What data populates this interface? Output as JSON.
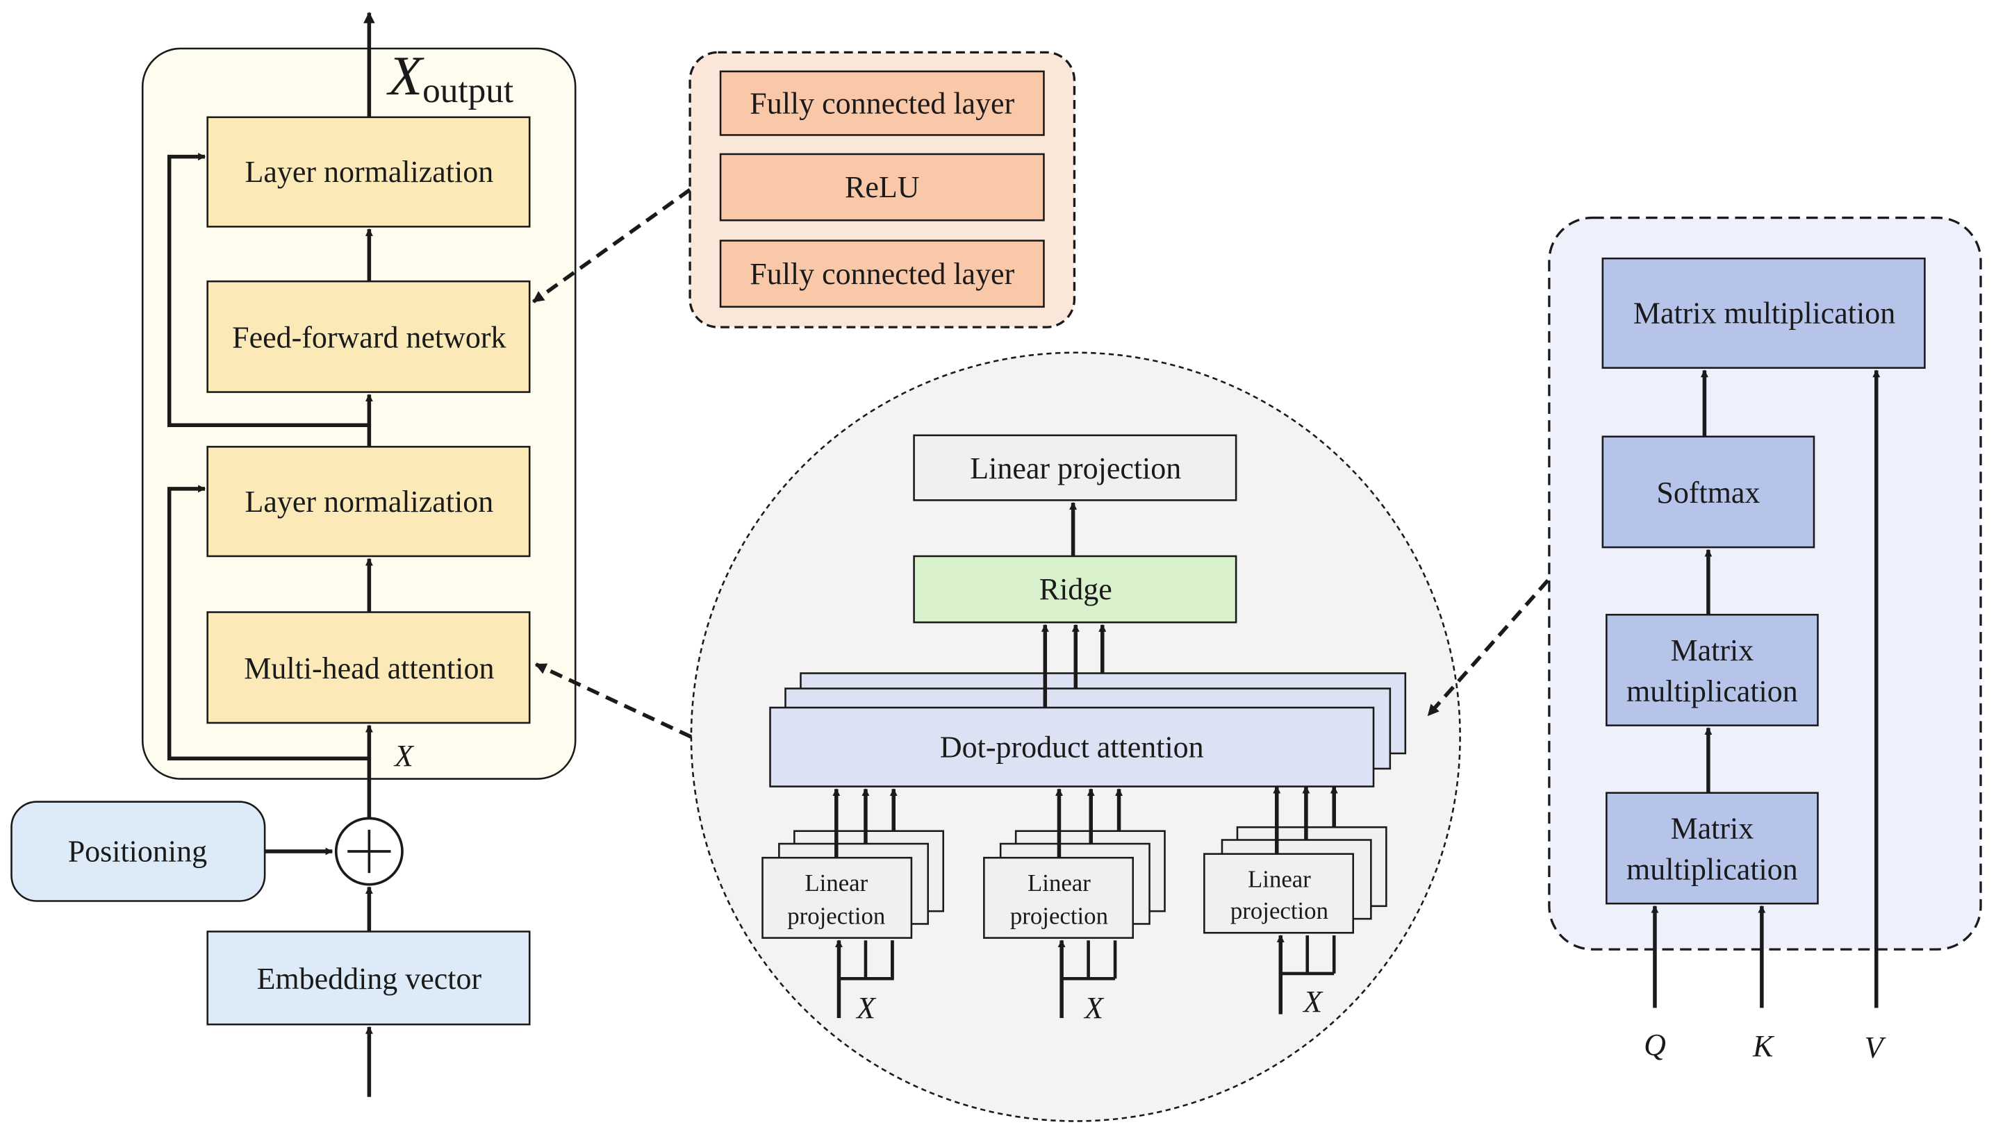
{
  "colors": {
    "encoder_panel": "#fefcee",
    "encoder_block": "#fbeab8",
    "ffn_panel": "#fbe6da",
    "ffn_block": "#f8c8a8",
    "circle_fill": "#f3f3f3",
    "projection_fill": "#f0f0f0",
    "ridge_fill": "#d8f1cc",
    "dot_attention_fill": "#dce2f4",
    "right_panel": "#eef1fb",
    "right_block": "#b5c4e8",
    "input_fill": "#dcebf7",
    "stroke": "#1a1a1a"
  },
  "encoder": {
    "output_var": "X",
    "output_sub": "output",
    "input_var": "X",
    "layer_norm_top": "Layer normalization",
    "feed_forward": "Feed-forward network",
    "layer_norm_bottom": "Layer normalization",
    "multi_head": "Multi-head attention",
    "positioning": "Positioning",
    "embedding": "Embedding vector"
  },
  "ffn_detail": {
    "fc_top": "Fully connected layer",
    "relu": "ReLU",
    "fc_bottom": "Fully connected layer"
  },
  "attention_detail": {
    "linear_projection_top": "Linear projection",
    "ridge": "Ridge",
    "dot_product": "Dot-product attention",
    "proj_left_line1": "Linear",
    "proj_left_line2": "projection",
    "proj_mid_line1": "Linear",
    "proj_mid_line2": "projection",
    "proj_right_line1": "Linear",
    "proj_right_line2": "projection",
    "x_left": "X",
    "x_mid": "X",
    "x_right": "X"
  },
  "dot_product_detail": {
    "matmul_top": "Matrix multiplication",
    "softmax": "Softmax",
    "matmul_mid_line1": "Matrix",
    "matmul_mid_line2": "multiplication",
    "matmul_bottom_line1": "Matrix",
    "matmul_bottom_line2": "multiplication",
    "q": "Q",
    "k": "K",
    "v": "V"
  }
}
